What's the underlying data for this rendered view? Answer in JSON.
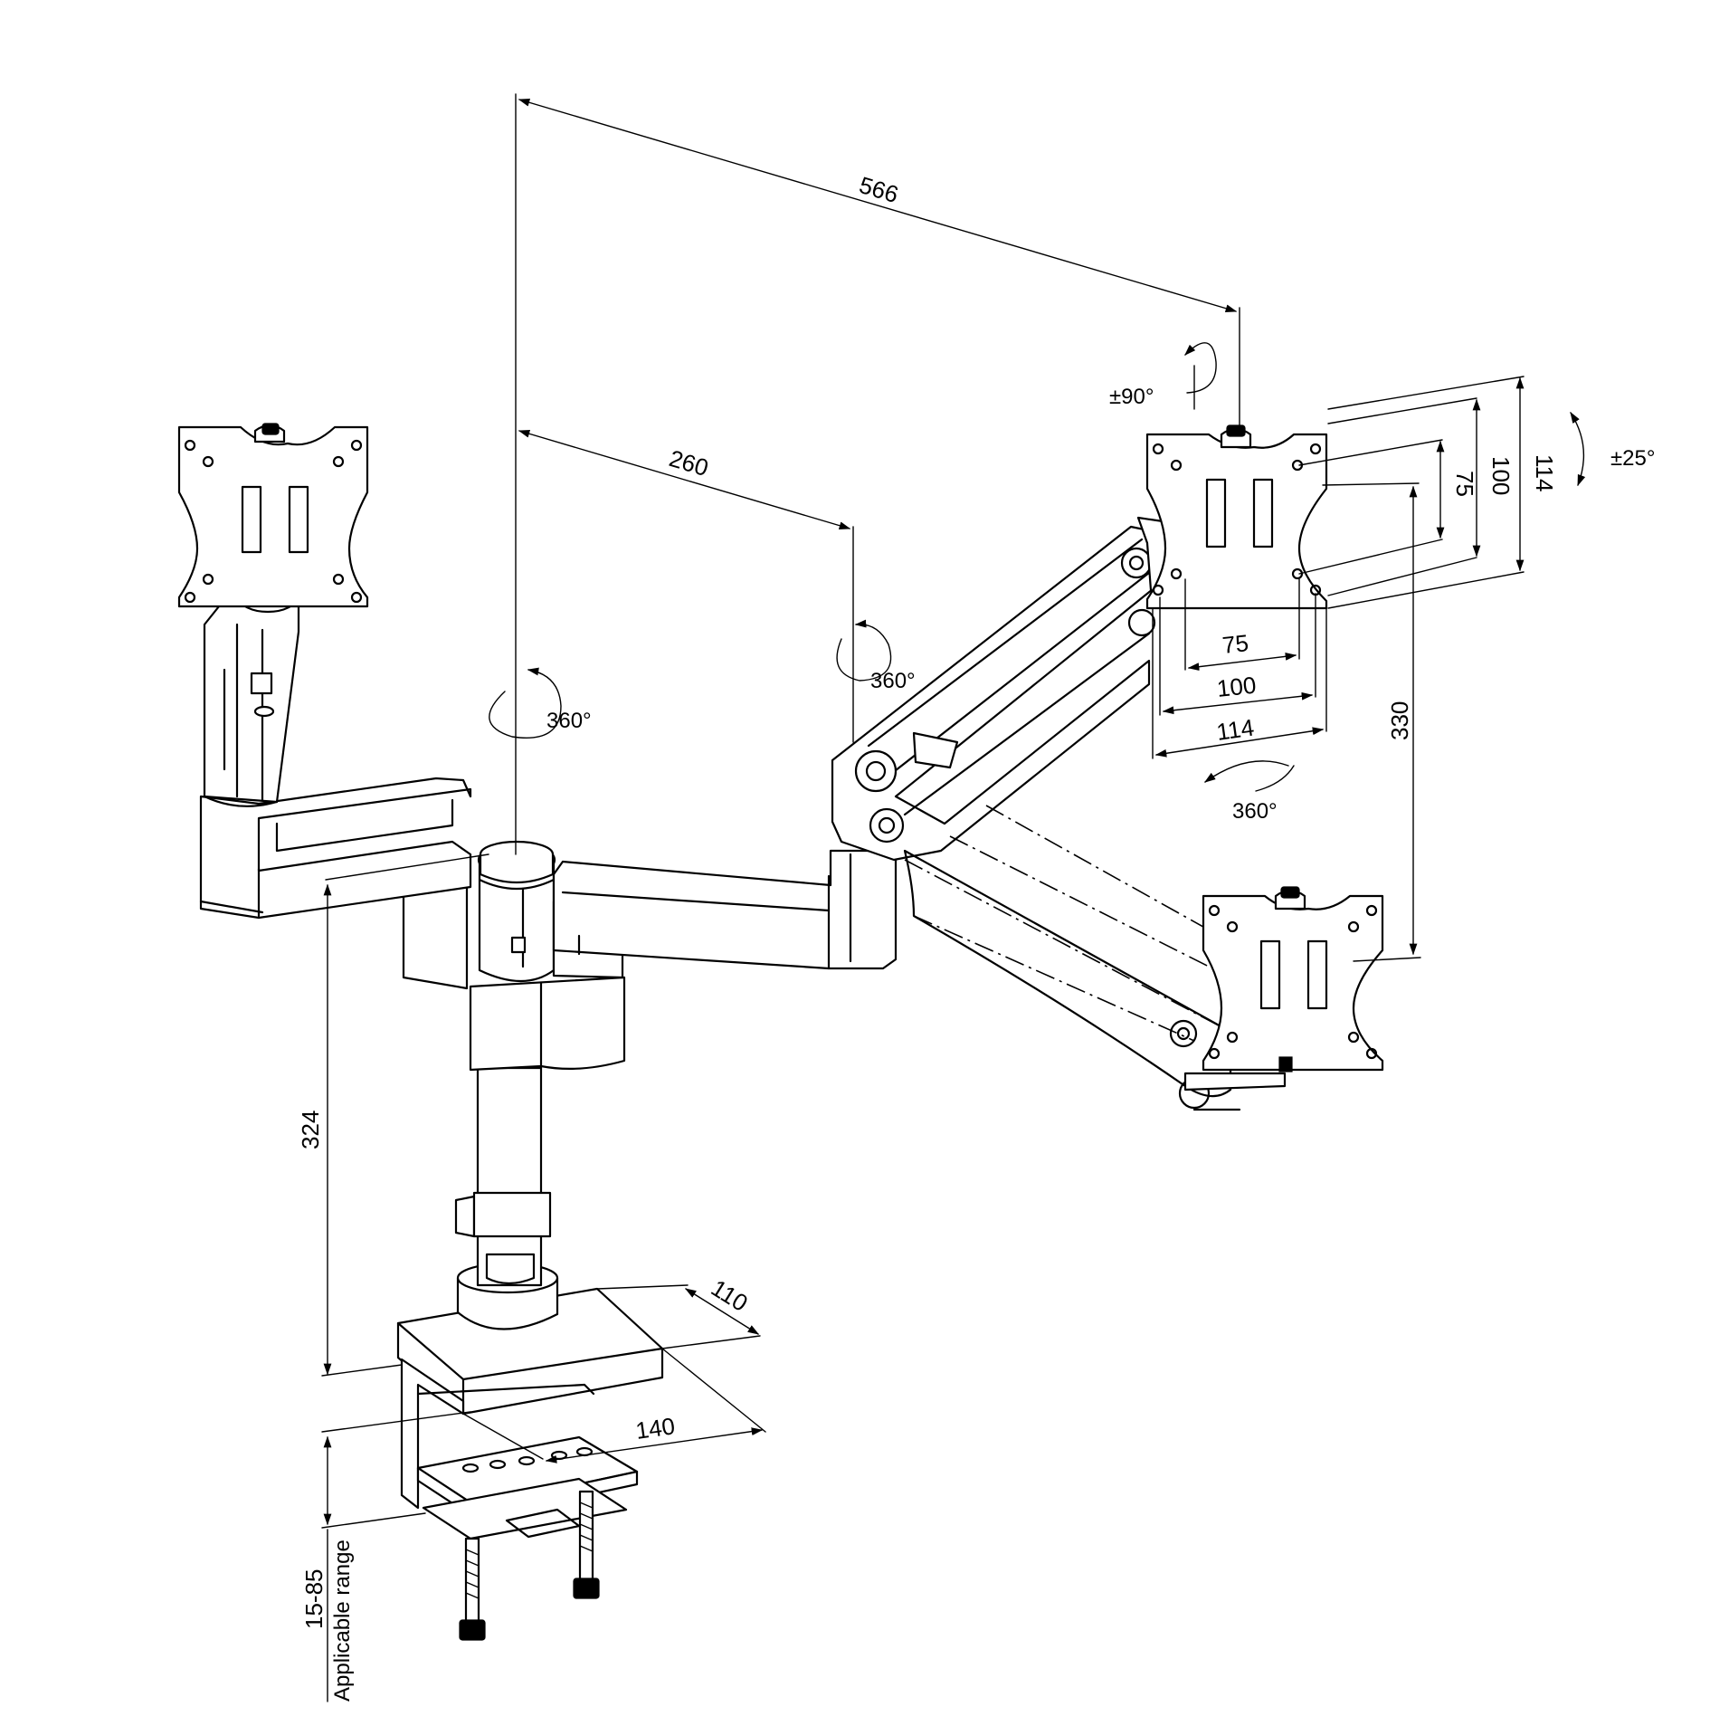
{
  "dimensions": {
    "reach_total": "566",
    "reach_arm": "260",
    "vesa_v_75": "75",
    "vesa_v_100": "100",
    "vesa_v_114": "114",
    "vesa_h_75": "75",
    "vesa_h_100": "100",
    "vesa_h_114": "114",
    "height_adjust": "330",
    "pole_height": "324",
    "base_depth": "110",
    "base_width": "140",
    "clamp_range": "15-85",
    "clamp_range_label": "Applicable range"
  },
  "rotations": {
    "pole_swivel": "360°",
    "elbow_swivel": "360°",
    "screen_rotate": "360°",
    "swivel": "±90°",
    "tilt": "±25°"
  }
}
